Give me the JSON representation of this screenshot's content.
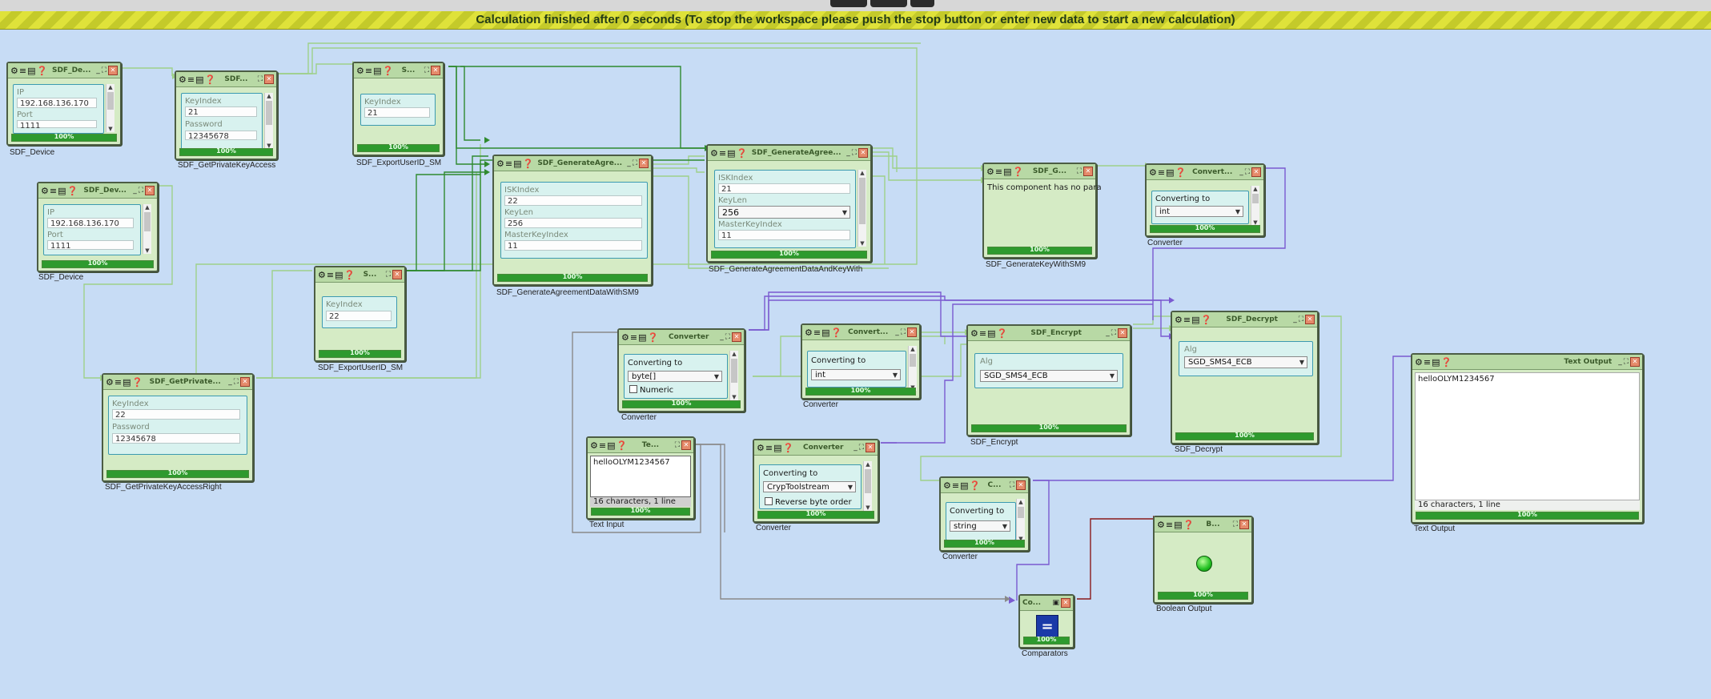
{
  "status": "Calculation finished after 0 seconds (To stop the workspace please push the stop button or enter new data to start a new calculation)",
  "components": {
    "dev1": {
      "title": "SDF_De...",
      "name": "SDF_Device",
      "f1": "IP",
      "v1": "192.168.136.170",
      "f2": "Port",
      "v2": "1111",
      "progress": "100%"
    },
    "dev2": {
      "title": "SDF_Dev...",
      "name": "SDF_Device",
      "f1": "IP",
      "v1": "192.168.136.170",
      "f2": "Port",
      "v2": "1111",
      "progress": "100%"
    },
    "gpka": {
      "title": "SDF...",
      "name": "SDF_GetPrivateKeyAccess",
      "f1": "KeyIndex",
      "v1": "21",
      "f2": "Password",
      "v2": "12345678",
      "progress": "100%"
    },
    "gpkr": {
      "title": "SDF_GetPrivate...",
      "name": "SDF_GetPrivateKeyAccessRight",
      "f1": "KeyIndex",
      "v1": "22",
      "f2": "Password",
      "v2": "12345678",
      "progress": "100%"
    },
    "exp1": {
      "title": "S...",
      "name": "SDF_ExportUserID_SM",
      "f1": "KeyIndex",
      "v1": "21",
      "progress": "100%"
    },
    "exp2": {
      "title": "S...",
      "name": "SDF_ExportUserID_SM",
      "f1": "KeyIndex",
      "v1": "22",
      "progress": "100%"
    },
    "gad": {
      "title": "SDF_GenerateAgre...",
      "name": "SDF_GenerateAgreementDataWithSM9",
      "f1": "ISKIndex",
      "v1": "22",
      "f2": "KeyLen",
      "v2": "256",
      "f3": "MasterKeyIndex",
      "v3": "11",
      "progress": "100%"
    },
    "gadk": {
      "title": "SDF_GenerateAgree...",
      "name": "SDF_GenerateAgreementDataAndKeyWith",
      "f1": "ISKIndex",
      "v1": "21",
      "f2": "KeyLen",
      "v2": "256",
      "f3": "MasterKeyIndex",
      "v3": "11",
      "progress": "100%"
    },
    "gkw": {
      "title": "SDF_G...",
      "name": "SDF_GenerateKeyWithSM9",
      "text": "This component has no para",
      "progress": "100%"
    },
    "conv1": {
      "title": "Convert...",
      "name": "Converter",
      "label": "Converting to",
      "value": "int",
      "progress": "100%"
    },
    "conv2": {
      "title": "Converter",
      "name": "Converter",
      "label": "Converting to",
      "value": "byte[]",
      "check": "Numeric",
      "progress": "100%"
    },
    "conv3": {
      "title": "Convert...",
      "name": "Converter",
      "label": "Converting to",
      "value": "int",
      "progress": "100%"
    },
    "conv4": {
      "title": "Converter",
      "name": "Converter",
      "label": "Converting to",
      "value": "CrypToolstream",
      "check": "Reverse byte order",
      "progress": "100%"
    },
    "conv5": {
      "title": "C...",
      "name": "Converter",
      "label": "Converting to",
      "value": "string",
      "progress": "100%"
    },
    "enc": {
      "title": "SDF_Encrypt",
      "name": "SDF_Encrypt",
      "f1": "Alg",
      "v1": "SGD_SMS4_ECB",
      "progress": "100%"
    },
    "dec": {
      "title": "SDF_Decrypt",
      "name": "SDF_Decrypt",
      "f1": "Alg",
      "v1": "SGD_SMS4_ECB",
      "progress": "100%"
    },
    "tin": {
      "title": "Te...",
      "name": "Text Input",
      "text": "helloOLYM1234567",
      "foot": "16 characters,  1 line",
      "progress": "100%"
    },
    "tout": {
      "title": "Text Output",
      "name": "Text Output",
      "text": "helloOLYM1234567",
      "foot": "16 characters,  1 line",
      "progress": "100%"
    },
    "cmp": {
      "title": "Co...",
      "name": "Comparators",
      "progress": "100%"
    },
    "bool": {
      "title": "B...",
      "name": "Boolean Output",
      "progress": "100%"
    }
  },
  "colors": {
    "green_wire": "#2f8a2f",
    "light_wire": "#9ed08a",
    "purple_wire": "#7a5ad0",
    "red_wire": "#8a1a1a",
    "grey_wire": "#8a8a8a"
  }
}
